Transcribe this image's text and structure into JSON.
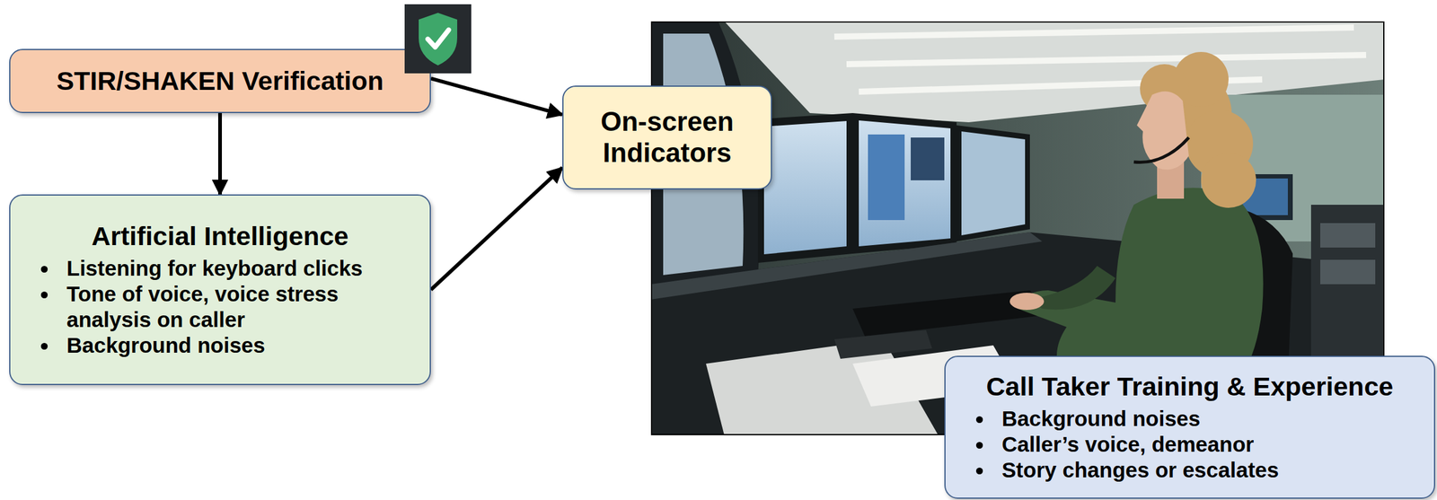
{
  "diagram": {
    "nodes": [
      {
        "text": [
          "STIR/SHAKEN Verification"
        ]
      },
      {
        "text": [
          "Artificial Intelligence",
          "Listening for keyboard clicks",
          "Tone of voice, voice stress analysis on caller",
          "Background noises"
        ]
      },
      {
        "text": [
          "On-screen Indicators"
        ]
      },
      {
        "text": [
          "Call Taker Training & Experience",
          "Background noises",
          "Caller’s voice, demeanor",
          "Story changes or escalates"
        ]
      }
    ],
    "edges": [
      {
        "from": 0,
        "to": 1,
        "arrow": "to"
      },
      {
        "from": 0,
        "to": 2,
        "arrow": "to"
      },
      {
        "from": 1,
        "to": 2,
        "arrow": "to"
      }
    ]
  }
}
